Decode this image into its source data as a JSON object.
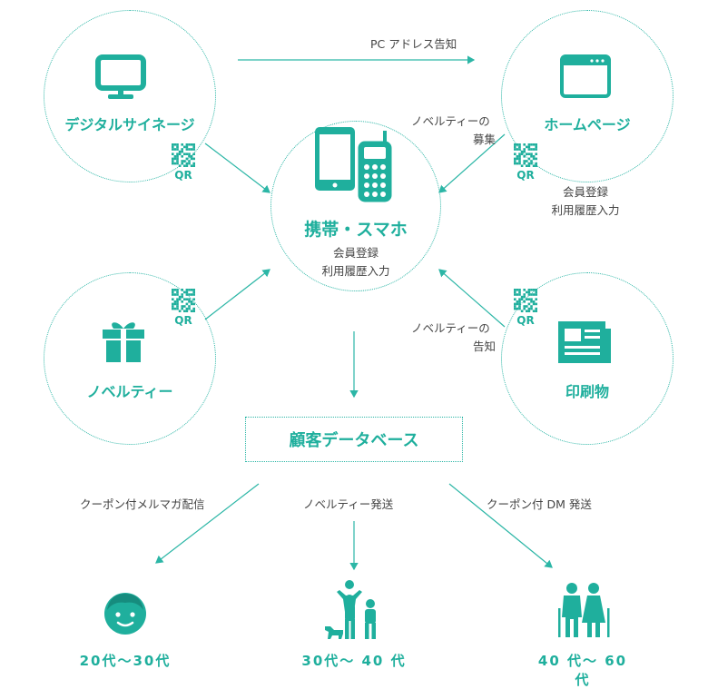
{
  "nodes": {
    "signage": {
      "label": "デジタルサイネージ"
    },
    "homepage": {
      "label": "ホームページ",
      "note_line1": "会員登録",
      "note_line2": "利用履歴入力"
    },
    "mobile": {
      "label": "携帯・スマホ",
      "note_line1": "会員登録",
      "note_line2": "利用履歴入力"
    },
    "novelty": {
      "label": "ノベルティー"
    },
    "print": {
      "label": "印刷物"
    },
    "database": {
      "label": "顧客データベース"
    }
  },
  "qr_label": "QR",
  "edges": {
    "pc_address": "PC アドレス告知",
    "novelty_recruit_1": "ノベルティーの",
    "novelty_recruit_2": "募集",
    "novelty_notice_1": "ノベルティーの",
    "novelty_notice_2": "告知",
    "coupon_mail": "クーポン付メルマガ配信",
    "novelty_ship": "ノベルティー発送",
    "coupon_dm": "クーポン付 DM 発送"
  },
  "audiences": [
    {
      "label": "20代〜30代",
      "icon": "child-face-icon"
    },
    {
      "label": "30代〜 40 代",
      "icon": "family-icon"
    },
    {
      "label": "40 代〜 60 代",
      "icon": "elderly-couple-icon"
    }
  ],
  "colors": {
    "accent": "#1faf9d",
    "line": "#2cb6a6"
  }
}
